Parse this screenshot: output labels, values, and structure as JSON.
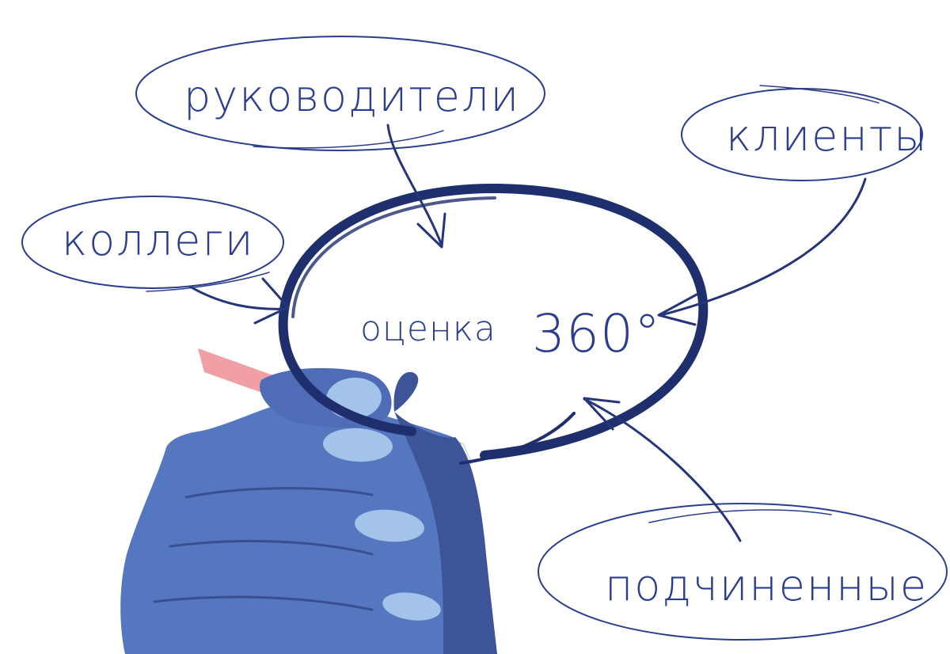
{
  "center": {
    "label": "оценка",
    "value": "360°"
  },
  "bubbles": {
    "managers": "руководители",
    "clients": "клиенты",
    "colleagues": "коллеги",
    "subordinates": "подчиненные"
  },
  "colors": {
    "ink": "#2b3d8f",
    "ink_dark": "#1f2f6e",
    "hand_light": "#5577bf",
    "hand_dark": "#3d5498",
    "nail": "#a3c4e8",
    "marker_pink": "#f0a0a4"
  },
  "icons": {
    "hand": "hand-holding-marker-icon"
  }
}
